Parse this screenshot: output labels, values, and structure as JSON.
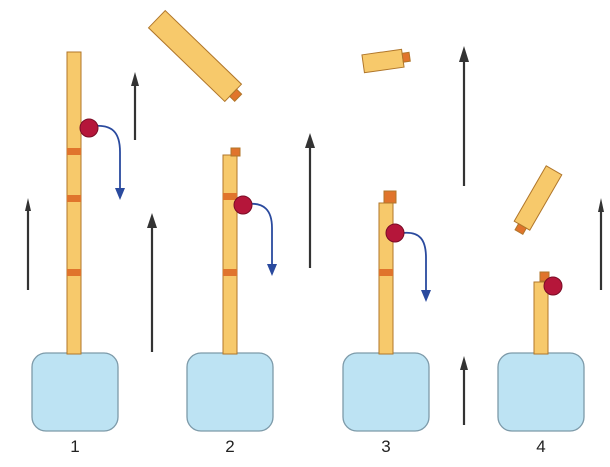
{
  "panels": [
    {
      "label": "1"
    },
    {
      "label": "2"
    },
    {
      "label": "3"
    },
    {
      "label": "4"
    }
  ],
  "colors": {
    "segment_fill": "#f7c96b",
    "segment_stroke": "#b0762a",
    "band": "#e0742c",
    "base_fill": "#bde3f3",
    "base_stroke": "#7d9aa9",
    "bead": "#b5163a",
    "curve": "#2a4a9e",
    "arrow": "#333333"
  }
}
